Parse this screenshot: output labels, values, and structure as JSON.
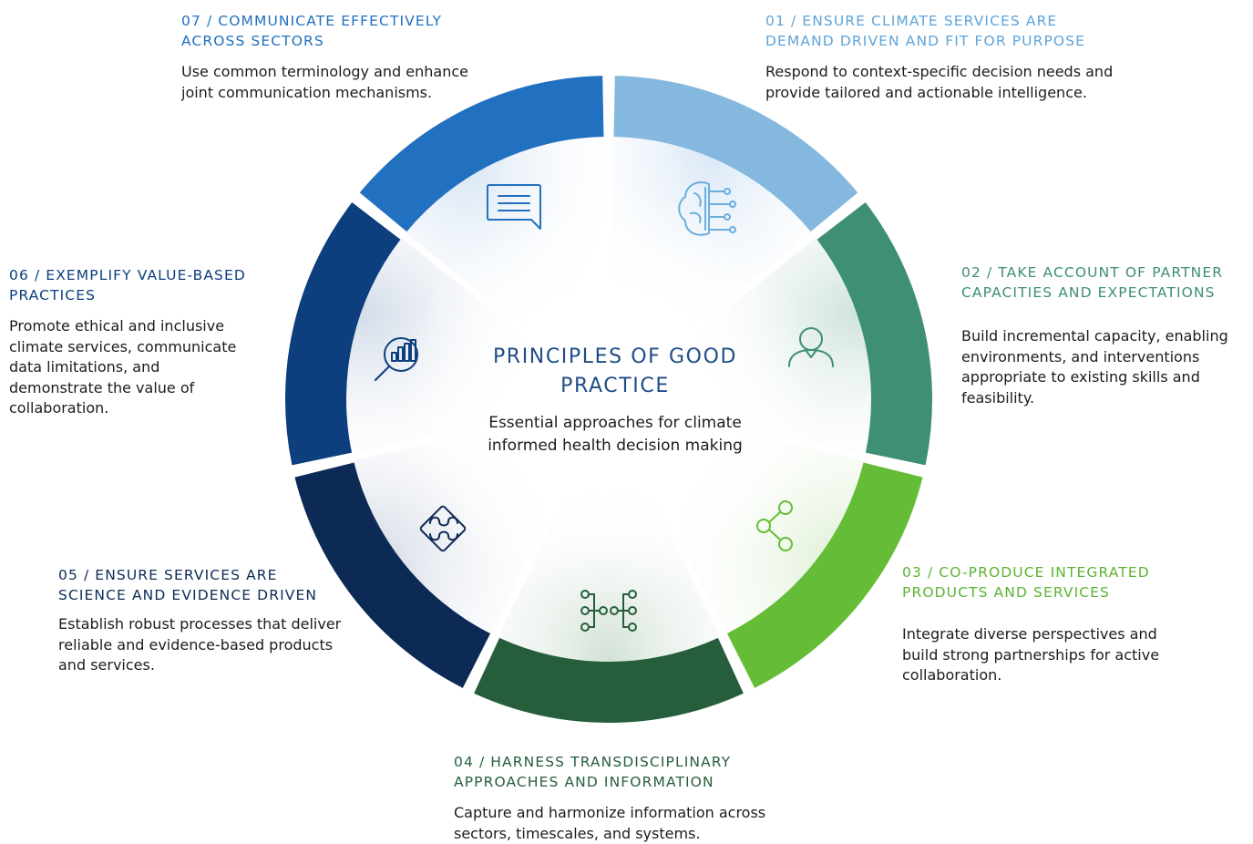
{
  "center": {
    "title": "PRINCIPLES OF GOOD PRACTICE",
    "subtitle": "Essential approaches for climate informed health decision making"
  },
  "principles": [
    {
      "title": "01 / ENSURE CLIMATE SERVICES ARE DEMAND DRIVEN AND FIT FOR PURPOSE",
      "description": "Respond to context-specific decision needs and provide tailored and actionable intelligence.",
      "color": "#84b8df",
      "text_color": "#5fa4d8",
      "icon": "ai-brain-icon"
    },
    {
      "title": "02 / TAKE ACCOUNT OF PARTNER CAPACITIES AND EXPECTATIONS",
      "description": "Build incremental capacity, enabling environments, and interventions appropriate to existing skills and feasibility.",
      "color": "#3e8f73",
      "text_color": "#3e8f73",
      "icon": "person-icon"
    },
    {
      "title": "03 / CO-PRODUCE INTEGRATED PRODUCTS AND SERVICES",
      "description": "Integrate diverse perspectives and build strong partnerships for active collaboration.",
      "color": "#65bd37",
      "text_color": "#5cb332",
      "icon": "share-nodes-icon"
    },
    {
      "title": "04 / HARNESS TRANSDISCIPLINARY APPROACHES AND INFORMATION",
      "description": "Capture and harmonize information across sectors, timescales, and systems.",
      "color": "#265e3c",
      "text_color": "#265e3c",
      "icon": "network-nodes-icon"
    },
    {
      "title": "05 / ENSURE SERVICES ARE SCIENCE AND EVIDENCE DRIVEN",
      "description": "Establish robust processes that deliver reliable and evidence-based products and services.",
      "color": "#0d2a56",
      "text_color": "#0d2a56",
      "icon": "puzzle-icon"
    },
    {
      "title": "06 / EXEMPLIFY VALUE-BASED PRACTICES",
      "description": "Promote ethical and inclusive climate services, communicate data limitations, and demonstrate the value of collaboration.",
      "color": "#0d3e7e",
      "text_color": "#0d3e7e",
      "icon": "chart-search-icon"
    },
    {
      "title": "07 / COMMUNICATE EFFECTIVELY ACROSS SECTORS",
      "description": "Use common terminology and enhance joint communication mechanisms.",
      "color": "#2270c0",
      "text_color": "#2270c0",
      "icon": "chat-bubble-icon"
    }
  ]
}
